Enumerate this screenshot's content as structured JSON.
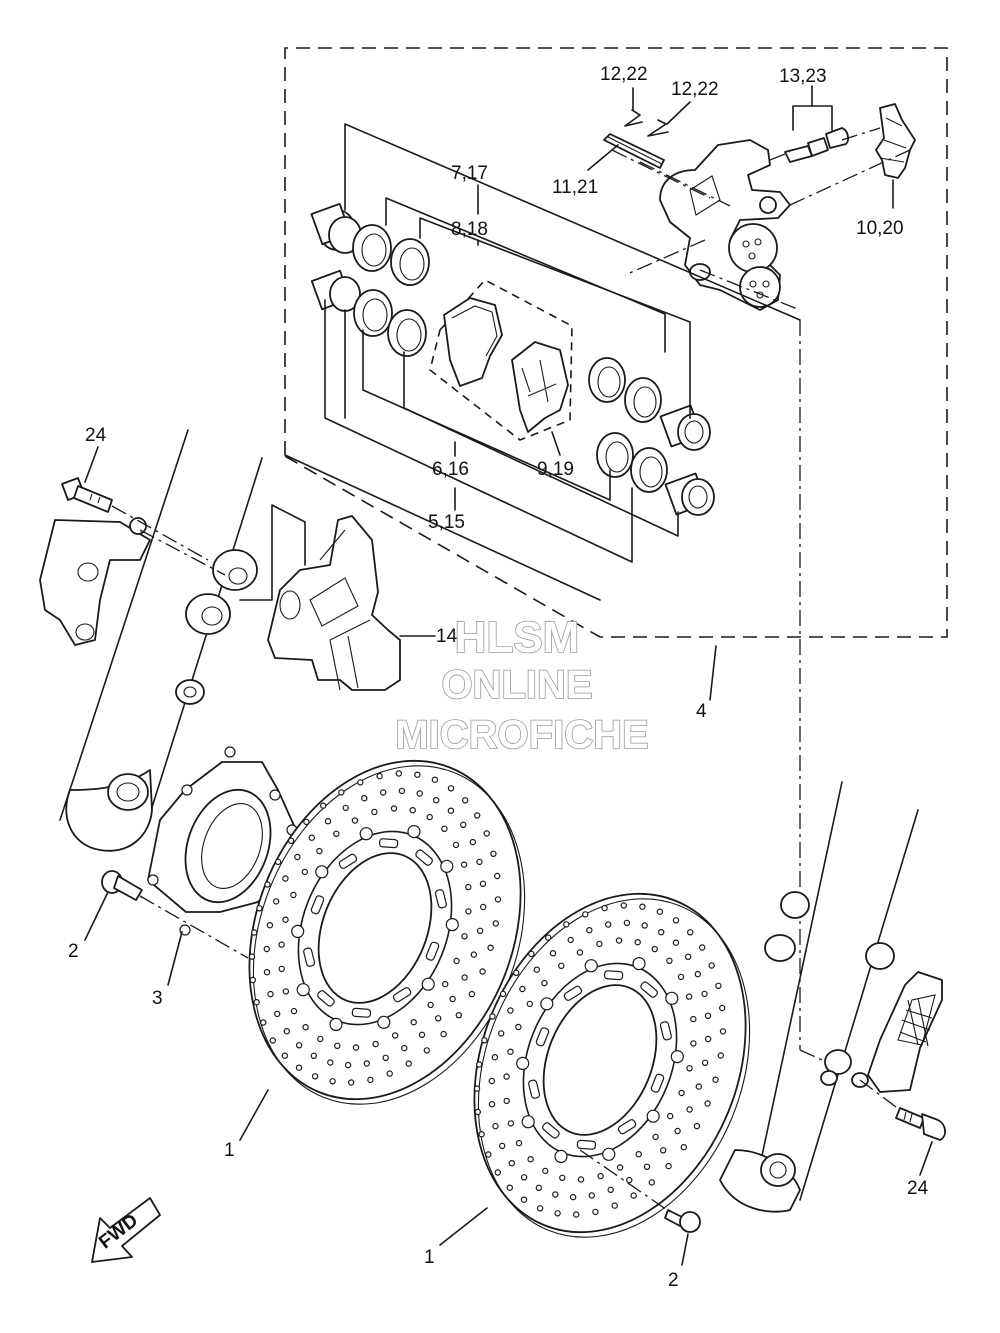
{
  "labels": {
    "part_1": "1",
    "part_2": "2",
    "part_3": "3",
    "part_4": "4",
    "part_5_15": "5,15",
    "part_6_16": "6,16",
    "part_7_17": "7,17",
    "part_8_18": "8,18",
    "part_9_19": "9,19",
    "part_10_20": "10,20",
    "part_11_21": "11,21",
    "part_12_22": "12,22",
    "part_13_23": "13,23",
    "part_14": "14",
    "part_24": "24"
  },
  "fwd_arrow": {
    "label": "FWD"
  },
  "watermark": {
    "line1": "HLSM",
    "line2": "ONLINE",
    "line3": "MICROFICHE"
  }
}
